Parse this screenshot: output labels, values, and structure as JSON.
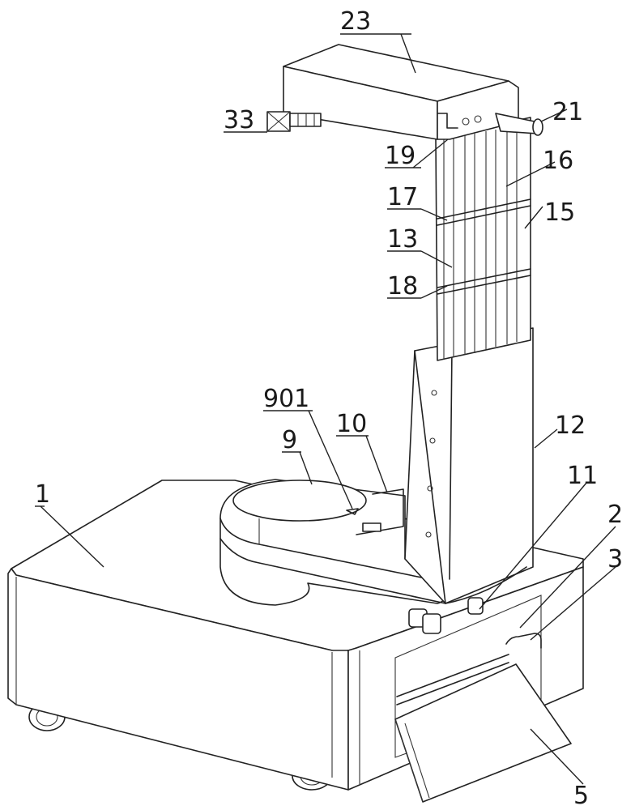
{
  "figure": {
    "description": "Patent-style isometric line drawing of a mobile machine: a wheeled base box with a front hinged flap, a rotating circular tray with arm, a vertical housing column with a telescopic lifting mast, and a top horizontal arm with an end tool.",
    "background": "#ffffff",
    "line_color": "#222222"
  },
  "labels": [
    {
      "id": "23",
      "text": "23",
      "part": "top-horizontal-arm"
    },
    {
      "id": "33",
      "text": "33",
      "part": "end-tool-block"
    },
    {
      "id": "21",
      "text": "21",
      "part": "drive-motor"
    },
    {
      "id": "19",
      "text": "19",
      "part": "mast-top-bracket"
    },
    {
      "id": "16",
      "text": "16",
      "part": "inner-mast-rail"
    },
    {
      "id": "17",
      "text": "17",
      "part": "upper-cross-slider"
    },
    {
      "id": "15",
      "text": "15",
      "part": "outer-mast-rail"
    },
    {
      "id": "13",
      "text": "13",
      "part": "mast-guide"
    },
    {
      "id": "18",
      "text": "18",
      "part": "lower-cross-slider"
    },
    {
      "id": "901",
      "text": "901",
      "part": "tray-notch"
    },
    {
      "id": "10",
      "text": "10",
      "part": "tray-support-arm"
    },
    {
      "id": "9",
      "text": "9",
      "part": "circular-tray"
    },
    {
      "id": "12",
      "text": "12",
      "part": "column-housing"
    },
    {
      "id": "11",
      "text": "11",
      "part": "column-rollers"
    },
    {
      "id": "1",
      "text": "1",
      "part": "base-box"
    },
    {
      "id": "2",
      "text": "2",
      "part": "side-panel"
    },
    {
      "id": "3",
      "text": "3",
      "part": "hinge-rod"
    },
    {
      "id": "5",
      "text": "5",
      "part": "front-flap"
    }
  ]
}
